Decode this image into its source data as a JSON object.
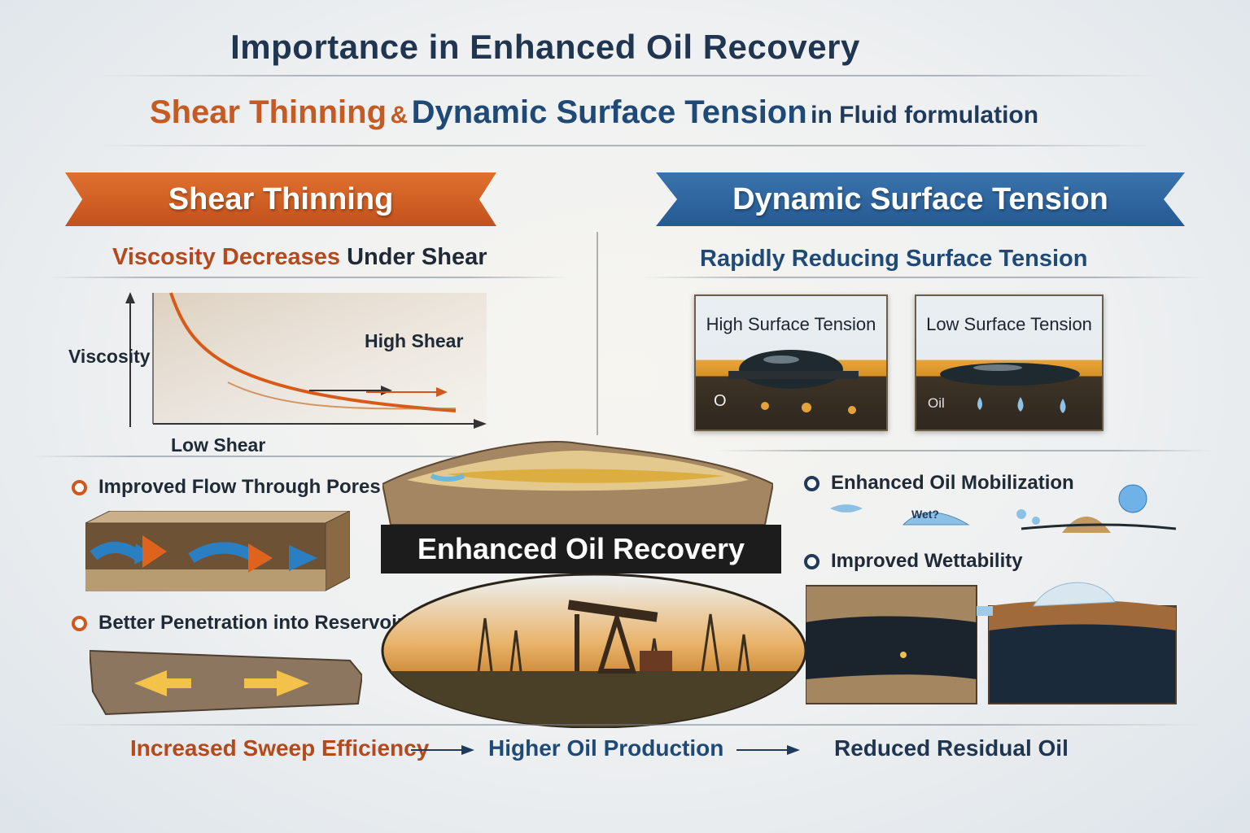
{
  "title": "Importance in Enhanced Oil Recovery",
  "subtitle": {
    "part1": "Shear Thinning",
    "amp": "&",
    "part2": "Dynamic Surface Tension",
    "part3": "in Fluid formulation"
  },
  "left": {
    "banner": "Shear Thinning",
    "heading_colored": "Viscosity Decreases",
    "heading_rest": "Under Shear",
    "chart_ylabel": "Viscosity",
    "chart_high": "High Shear",
    "chart_low": "Low Shear",
    "bullet1": "Improved Flow Through Pores",
    "bullet2": "Better Penetration into Reservoir"
  },
  "right": {
    "banner": "Dynamic Surface Tension",
    "heading": "Rapidly Reducing Surface Tension",
    "panel_high": "High Surface Tension",
    "panel_low": "Low Surface Tension",
    "panel_high_oil": "O",
    "panel_low_oil": "Oil",
    "bullet1": "Enhanced Oil Mobilization",
    "wet_label": "Wet?",
    "bullet2": "Improved Wettability"
  },
  "center": {
    "banner": "Enhanced Oil Recovery"
  },
  "bottom": {
    "item1": "Increased Sweep Efficiency",
    "item2": "Higher Oil Production",
    "item3": "Reduced Residual Oil"
  },
  "colors": {
    "orange": "#c65a23",
    "blue": "#1f4a78",
    "navy": "#1f3550"
  }
}
